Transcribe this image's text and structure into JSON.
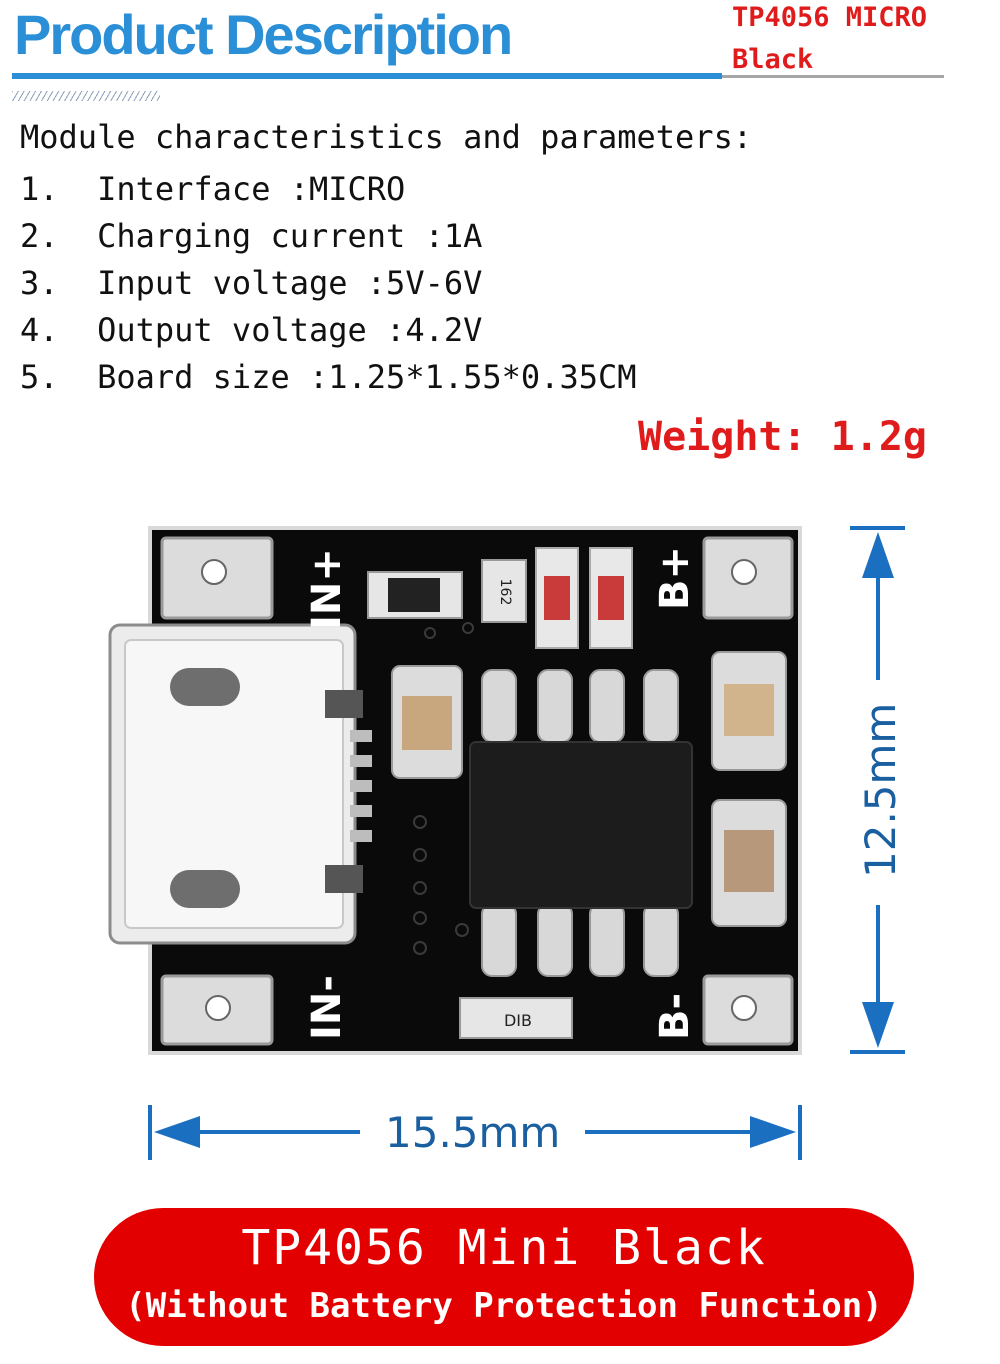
{
  "header": {
    "title": "Product Description",
    "tag_line1": "TP4056 MICRO",
    "tag_line2": "Black"
  },
  "specs": {
    "heading": "Module characteristics and parameters:",
    "items": [
      "1.  Interface :MICRO",
      "2.  Charging current :1A",
      "3.  Input voltage :5V-6V",
      "4.  Output voltage :4.2V",
      "5.  Board size :1.25*1.55*0.35CM"
    ]
  },
  "weight": "Weight: 1.2g",
  "board": {
    "label_in_plus": "IN+",
    "label_in_minus": "IN-",
    "label_b_plus": "B+",
    "label_b_minus": "B-",
    "resistor_code": "162",
    "diode_code": "DIB"
  },
  "dimensions": {
    "height": "12.5mm",
    "width": "15.5mm"
  },
  "banner": {
    "line1": "TP4056 Mini Black",
    "line2": "(Without Battery Protection Function)"
  },
  "colors": {
    "title_blue": "#2a8fd6",
    "accent_red": "#e01b1b",
    "banner_red": "#e20000",
    "dimension_blue": "#1a5fa0",
    "pcb_black": "#0a0a0a"
  }
}
